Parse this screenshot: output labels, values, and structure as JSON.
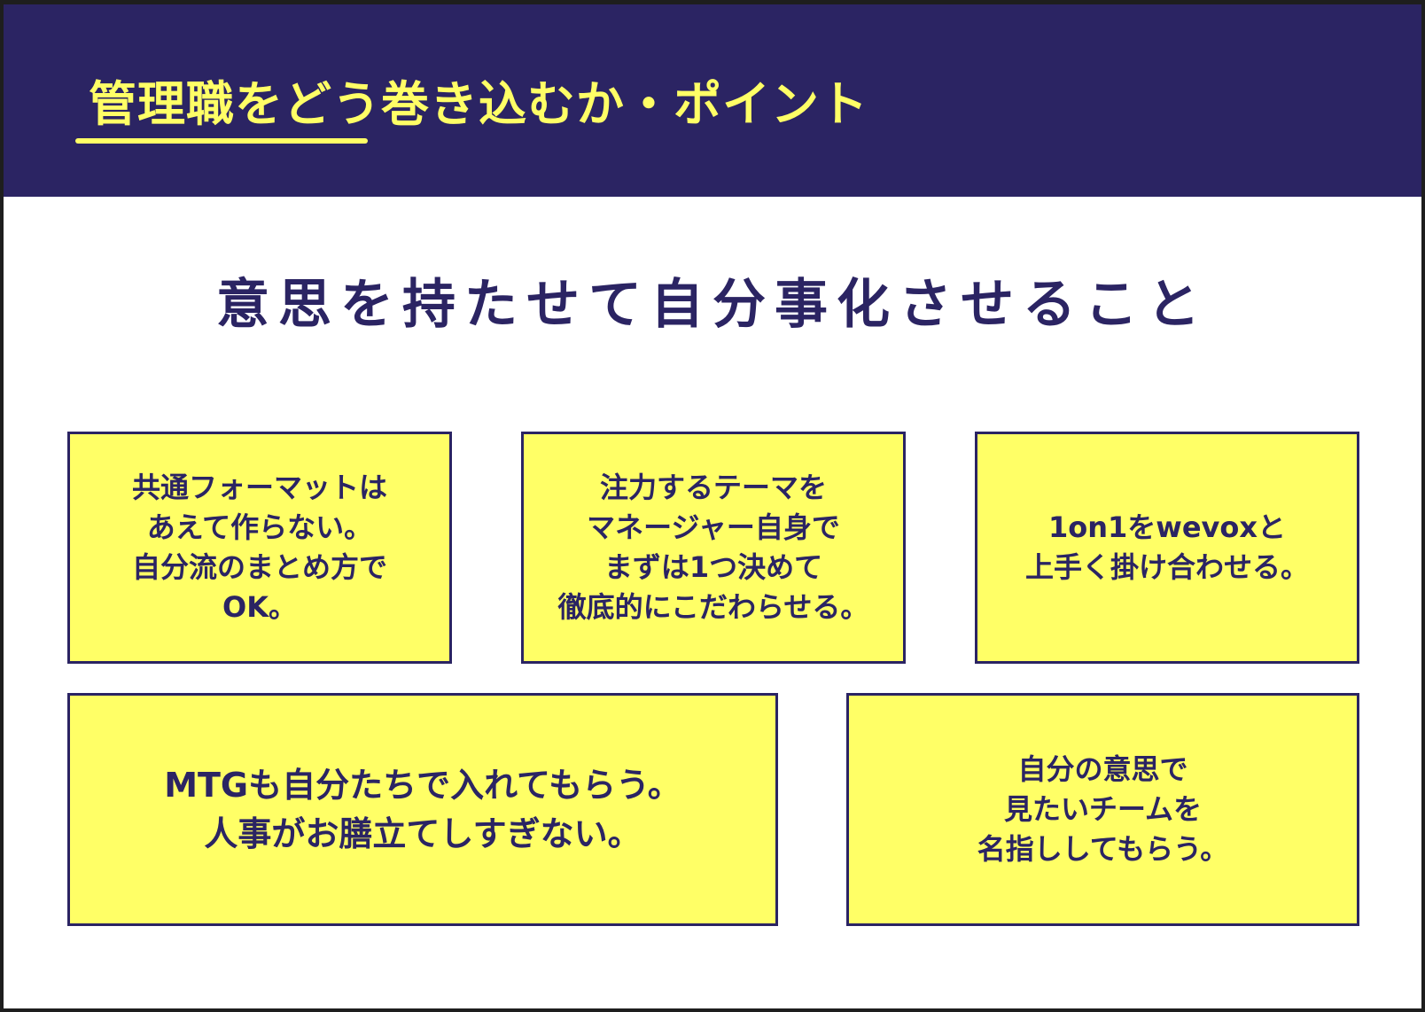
{
  "header": {
    "title": "管理職をどう巻き込むか・ポイント"
  },
  "subtitle": "意思を持たせて自分事化させること",
  "cards": [
    {
      "text": "共通フォーマットは\nあえて作らない。\n自分流のまとめ方で\nOK。"
    },
    {
      "text": "注力するテーマを\nマネージャー自身で\nまずは1つ決めて\n徹底的にこだわらせる。"
    },
    {
      "text": "1on1をwevoxと\n上手く掛け合わせる。"
    },
    {
      "text": "MTGも自分たちで入れてもらう。\n人事がお膳立てしすぎない。"
    },
    {
      "text": "自分の意思で\n見たいチームを\n名指ししてもらう。"
    }
  ],
  "colors": {
    "navy": "#2b2463",
    "yellow": "#ffff66"
  }
}
